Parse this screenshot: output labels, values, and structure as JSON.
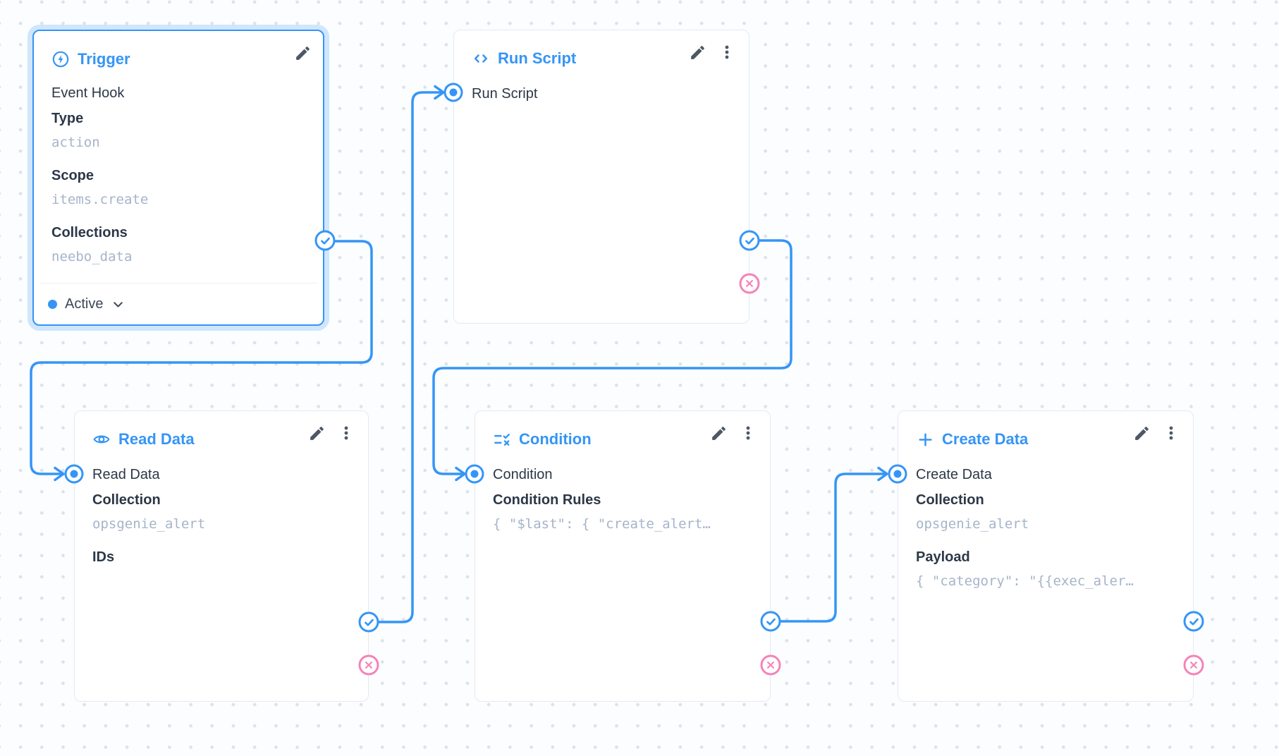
{
  "colors": {
    "accent": "#3595f6",
    "reject": "#f583ba",
    "label_text": "#2c3847",
    "muted_mono_text": "#a6b4ca",
    "selected_glow": "rgba(53,149,246,0.22)"
  },
  "icons": {
    "trigger": "bolt-circle-icon",
    "run_script": "code-icon",
    "read_data": "eye-icon",
    "condition": "rule-icon",
    "create_data": "plus-icon",
    "edit": "pencil-icon",
    "menu": "kebab-menu-icon",
    "status": "chevron-down-icon",
    "resolve": "check-circle-icon",
    "reject": "x-circle-icon",
    "input": "dot-circle-icon"
  },
  "nodes": {
    "trigger": {
      "title": "Trigger",
      "subtitle": "Event Hook",
      "type_label": "Type",
      "type_value": "action",
      "scope_label": "Scope",
      "scope_value": "items.create",
      "collections_label": "Collections",
      "collections_value": "neebo_data",
      "status": "Active"
    },
    "run_script": {
      "title": "Run Script",
      "input_label": "Run Script"
    },
    "read_data": {
      "title": "Read Data",
      "input_label": "Read Data",
      "collection_label": "Collection",
      "collection_value": "opsgenie_alert",
      "ids_label": "IDs"
    },
    "condition": {
      "title": "Condition",
      "input_label": "Condition",
      "rules_label": "Condition Rules",
      "rules_value": "{ \"$last\": { \"create_alert…"
    },
    "create_data": {
      "title": "Create Data",
      "input_label": "Create Data",
      "collection_label": "Collection",
      "collection_value": "opsgenie_alert",
      "payload_label": "Payload",
      "payload_value": "{ \"category\": \"{{exec_aler…"
    }
  }
}
